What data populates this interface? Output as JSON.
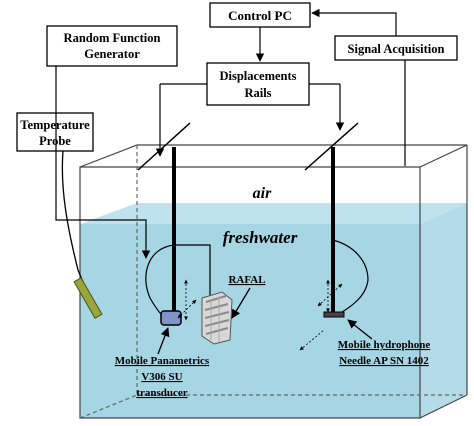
{
  "boxes": {
    "control_pc": "Control PC",
    "random_function_line1": "Random Function",
    "random_function_line2": "Generator",
    "displacements_line1": "Displacements",
    "displacements_line2": "Rails",
    "signal_acquisition": "Signal Acquisition",
    "temperature_line1": "Temperature",
    "temperature_line2": "Probe"
  },
  "tank": {
    "air_label": "air",
    "water_label": "freshwater",
    "water_color": "#bfe3ee",
    "water_front_color": "#a6d5e3"
  },
  "labels": {
    "rafal": "RAFAL",
    "transducer_line1": "Mobile Panametrics",
    "transducer_line2": "V306 SU",
    "transducer_line3": "transducer",
    "hydrophone_line1": "Mobile hydrophone",
    "hydrophone_line2": "Needle AP SN 1402"
  },
  "colors": {
    "probe_green": "#9aa63c",
    "transducer_blue": "#7f95c9"
  }
}
